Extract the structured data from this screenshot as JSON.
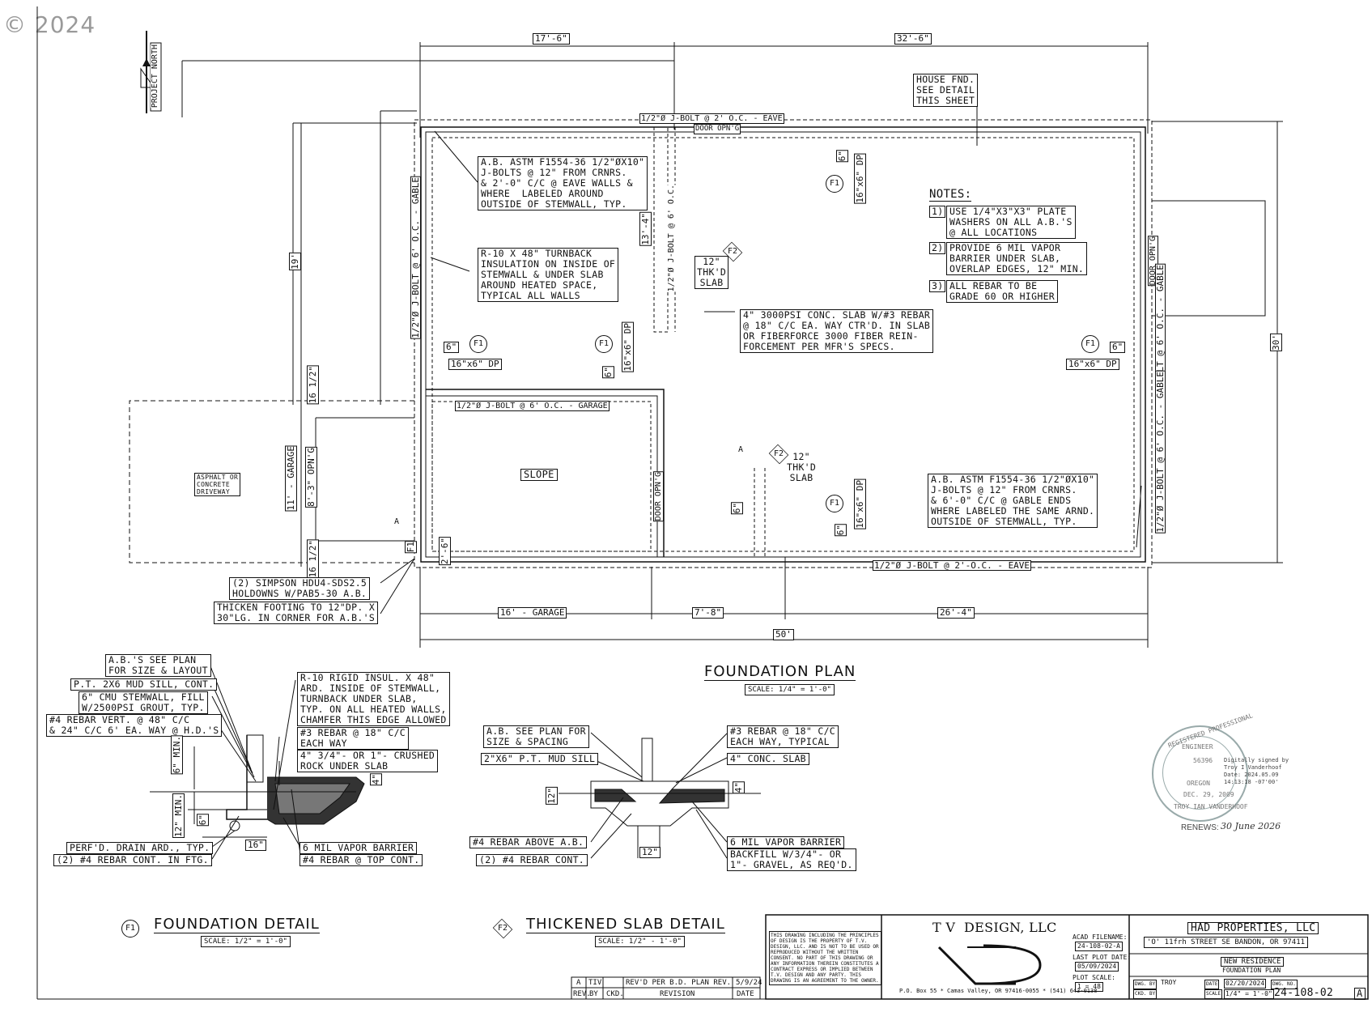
{
  "watermark": "© 2024",
  "north_label": "PROJECT NORTH",
  "plan": {
    "dims_top": [
      "17'-6\"",
      "32'-6\""
    ],
    "dims_bottom": [
      "16' - GARAGE",
      "7'-8\"",
      "26'-4\"",
      "50'"
    ],
    "dims_left": [
      "19'",
      "16 1/2\"",
      "11' - GARAGE",
      "8'-3\" OPN'G",
      "16 1/2\""
    ],
    "dim_right": "30'",
    "dim_13": "13'-4\"",
    "dim_6_a": "6\"",
    "dim_6_b": "6\"",
    "dim_6_c": "6\"",
    "dim_6_d": "6\"",
    "dim_6_e": "6\"",
    "dim_6_f": "6\"",
    "dim_6_g": "6\"",
    "dim_2_6": "2'-6\"",
    "dp_1": "16\"x6\" DP",
    "dp_2": "16\"x6\" DP",
    "dp_3": "16\"x6\" DP",
    "dp_4": "16\"x6\" DP",
    "dp_5": "16\"x6\" DP",
    "jbolt_eave_top": "1/2\"Ø J-BOLT @ 2' O.C. - EAVE",
    "jbolt_eave_bottom": "1/2\"Ø J-BOLT @ 2'-O.C. - EAVE",
    "jbolt_gable_left": "1/2\"Ø J-BOLT @ 6' O.C. - GABLE",
    "jbolt_gable_right": "1/2\"Ø J-BOLT @ 6' O.C. - GABLE",
    "jbolt_garage": "1/2\"Ø J-BOLT @ 6' O.C. - GARAGE",
    "jbolt_mid": "1/2\"Ø J-BOLT @ 6' O.C.",
    "door_opng_top": "DOOR OPN'G",
    "door_opng_right": "DOOR OPN'G",
    "door_opng_garage": "DOOR OPN'G",
    "house_fnd": "HOUSE FND.\nSEE DETAIL\nTHIS SHEET",
    "note_ab_top": "A.B. ASTM F1554-36 1/2\"Øx10\"\nJ-BOLTS @ 12\" FROM CRNRS.\n& 2'-0\" C/C @ EAVE WALLS &\nWHERE  LABELED AROUND\nOUTSIDE OF STEMWALL, TYP.",
    "note_r10": "R-10 x 48\" TURNBACK\nINSULATION ON INSIDE OF\nSTEMWALL & UNDER SLAB\nAROUND HEATED SPACE,\nTYPICAL ALL WALLS",
    "thkd_slab_1": "12\"\nTHK'D\nSLAB",
    "thkd_slab_2": "12\"\nTHK'D\nSLAB",
    "note_conc_slab": "4\" 3000psi CONC. SLAB w/#3 REBAR\n@ 18\" C/C EA. WAY CTR'D. IN SLAB\nOR FIBERFORCE 3000 FIBER REIN-\nFORCEMENT PER MFR'S SPECS.",
    "notes_title": "NOTES:",
    "notes": [
      {
        "num": "1)",
        "text": "USE 1/4\"x3\"x3\" PLATE\nWASHERS ON ALL A.B.'s\n@ ALL LOCATIONS"
      },
      {
        "num": "2)",
        "text": "PROVIDE 6 MIL VAPOR\nBARRIER UNDER SLAB,\nOVERLAP EDGES, 12\" MIN."
      },
      {
        "num": "3)",
        "text": "ALL REBAR TO BE\nGRADE 60 OR HIGHER"
      }
    ],
    "note_ab_bottom": "A.B. ASTM F1554-36 1/2\"Øx10\"\nJ-BOLTS @ 12\" FROM CRNRS.\n& 6'-0\" C/C @ GABLE ENDS\nWHERE LABELED THE SAME ARND.\nOUTSIDE OF STEMWALL, TYP.",
    "slope": "SLOPE",
    "driveway": "ASPHALT OR\nCONCRETE\nDRIVEWAY",
    "holdowns": "(2) SIMPSON HDU4-SDS2.5\nHOLDOWNS w/PAB5-30 A.B.",
    "thicken": "THICKEN FOOTING TO 12\"DP. x\n30\"LG. IN CORNER FOR A.B.'s",
    "marker_f1": "F1",
    "marker_f2": "F2",
    "marker_a": "A",
    "title": "FOUNDATION PLAN",
    "scale": "SCALE: 1/4\" = 1'-0\""
  },
  "detail_f1": {
    "labels": [
      "A.B.'S SEE PLAN\nFOR SIZE & LAYOUT",
      "P.T. 2x6 MUD SILL, CONT.",
      "6\" CMU STEMWALL, FILL\nw/2500psi GROUT, TYP.",
      "#4 REBAR VERT. @ 48\" C/C\n& 24\" C/C 6' EA. WAY @ H.D.'s",
      "R-10 RIGID INSUL. x 48\"\nARD. INSIDE OF STEMWALL,\nTURNBACK UNDER SLAB,\nTYP. ON ALL HEATED WALLS,\nCHAMFER THIS EDGE ALLOWED",
      "#3 REBAR @ 18\" C/C\nEACH WAY",
      "4\" 3/4\"- OR 1\"- CRUSHED\nROCK UNDER SLAB",
      "PERF'D. DRAIN ARD., TYP.",
      "(2) #4 REBAR CONT. IN FTG.",
      "6 MIL VAPOR BARRIER",
      "#4 REBAR @ TOP CONT."
    ],
    "dim_6min": "6\" MIN.",
    "dim_12min": "12\" MIN.",
    "dim_6": "6\"",
    "dim_4": "4\"",
    "dim_16": "16\"",
    "marker": "F1",
    "title": "FOUNDATION DETAIL",
    "scale": "SCALE: 1/2\" = 1'-0\""
  },
  "detail_f2": {
    "labels": [
      "A.B. SEE PLAN FOR\nSIZE & SPACING",
      "2\"x6\" P.T. MUD SILL",
      "#3 REBAR @ 18\" C/C\nEACH WAY, TYPICAL",
      "4\" CONC. SLAB",
      "#4 REBAR ABOVE A.B.",
      "(2) #4 REBAR CONT.",
      "6 MIL VAPOR BARRIER",
      "BACKFILL w/3/4\"- OR\n1\"- GRAVEL, AS REQ'D."
    ],
    "dim_12": "12\"",
    "dim_12b": "12\"",
    "dim_4": "4\"",
    "marker": "F2",
    "title": "THICKENED SLAB DETAIL",
    "scale": "SCALE: 1/2\" - 1'-0\""
  },
  "revision": {
    "row": [
      "A",
      "TIV",
      "REV'D PER B.D. PLAN REV.",
      "5/9/24"
    ],
    "headers": [
      "REV.",
      "BY",
      "CKD.",
      "REVISION",
      "DATE"
    ]
  },
  "titleblock": {
    "disclaimer": "THIS DRAWING INCLUDING THE PRINCIPLES OF DESIGN IS THE PROPERTY OF T.V. DESIGN, LLC. AND IS NOT TO BE USED OR REPRODUCED WITHOUT THE WRITTEN CONSENT. NO PART OF THIS DRAWING OR ANY INFORMATION THEREIN CONSTITUTES A CONTRACT EXPRESS OR IMPLIED BETWEEN T.V. DESIGN AND ANY PARTY. THIS DRAWING IS AN AGREEMENT TO THE OWNER.",
    "firm": "T V  DESIGN, LLC",
    "address": "P.O. Box 55 * Camas Valley, OR  97416-0055 * (541) 643-0138",
    "acad_label": "ACAD FILENAME:",
    "acad": "24-108-02-A",
    "plot_date_label": "LAST PLOT DATE:",
    "plot_date": "05/09/2024",
    "plot_scale_label": "PLOT SCALE:",
    "plot_scale": "1 = 48",
    "client": "HAD PROPERTIES, LLC",
    "site": "'O' 11frh STREET SE    BANDON, OR  97411",
    "project": "NEW RESIDENCE",
    "sheet_title": "FOUNDATION PLAN",
    "drawn_by_label": "DWG. BY",
    "drawn_by": "TROY",
    "checked_label": "CKD. BY",
    "date_label": "DATE",
    "date": "02/20/2024",
    "scale_label": "SCALE",
    "scale": "1/4\" = 1'-0\"",
    "dwg_no_label": "DWG. NO.",
    "dwg_no": "24-108-02",
    "rev": "A"
  },
  "seal": {
    "ring_top": "REGISTERED PROFESSIONAL",
    "engineer": "ENGINEER",
    "number": "56396",
    "state": "OREGON",
    "date": "DEC. 29, 2009",
    "name": "TROY IAN VANDERHOOF",
    "digital": "Digitally signed by\nTroy I Vanderhoof\nDate: 2024.05.09\n14:13:18 -07'00'",
    "renews": "RENEWS:",
    "renews_date": "30 June 2026"
  }
}
